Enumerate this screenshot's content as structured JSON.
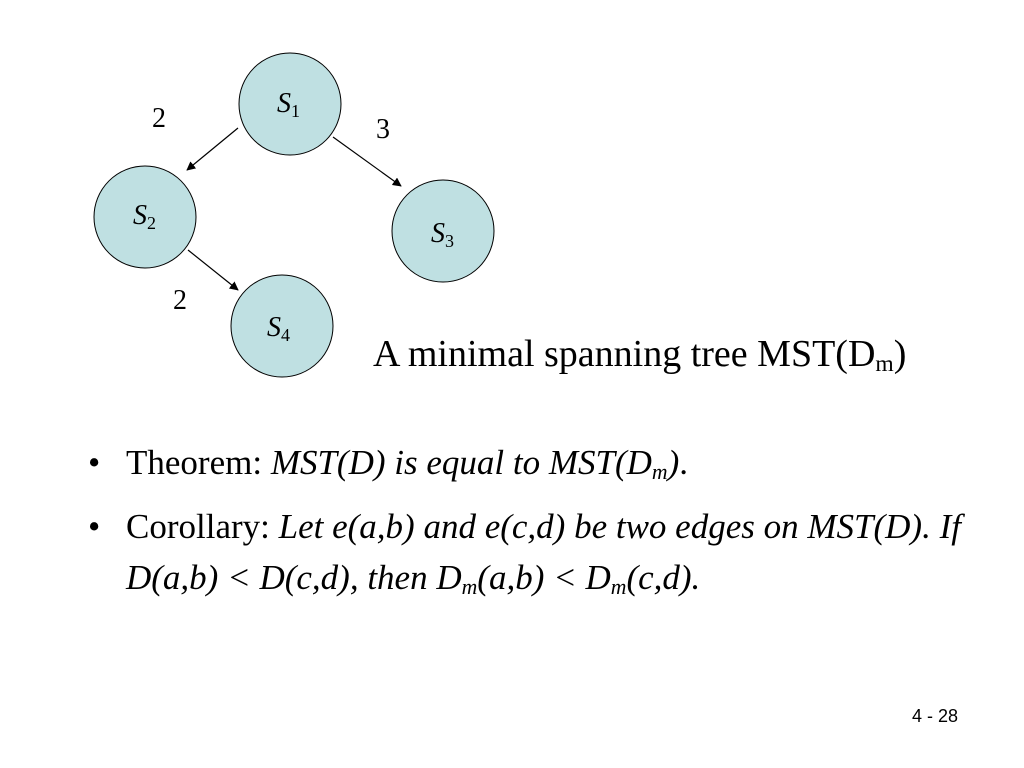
{
  "diagram": {
    "nodes": [
      {
        "id": "s1",
        "letter": "S",
        "index": "1"
      },
      {
        "id": "s2",
        "letter": "S",
        "index": "2"
      },
      {
        "id": "s3",
        "letter": "S",
        "index": "3"
      },
      {
        "id": "s4",
        "letter": "S",
        "index": "4"
      }
    ],
    "edges": [
      {
        "from": "s1",
        "to": "s2",
        "weight": "2"
      },
      {
        "from": "s1",
        "to": "s3",
        "weight": "3"
      },
      {
        "from": "s2",
        "to": "s4",
        "weight": "2"
      }
    ],
    "node_fill": "#bfe0e2",
    "node_stroke": "#000000"
  },
  "caption": {
    "text": "A minimal spanning tree MST(D",
    "sub": "m",
    "close": ")"
  },
  "bullets": [
    {
      "symbol": "•",
      "label": "Theorem: ",
      "italic_text": "MST(D) is equal to MST(D",
      "italic_sub": "m",
      "italic_close": ")",
      "tail": "."
    },
    {
      "symbol": "•",
      "label": "Corollary: ",
      "part1": "Let e(a,b) and e(c,d) be two edges on MST(D). If D(a,b) < D(c,d), then D",
      "sub1": "m",
      "part2": "(a,b) < D",
      "sub2": "m",
      "part3": "(c,d)."
    }
  ],
  "page_number": "4 - 28"
}
